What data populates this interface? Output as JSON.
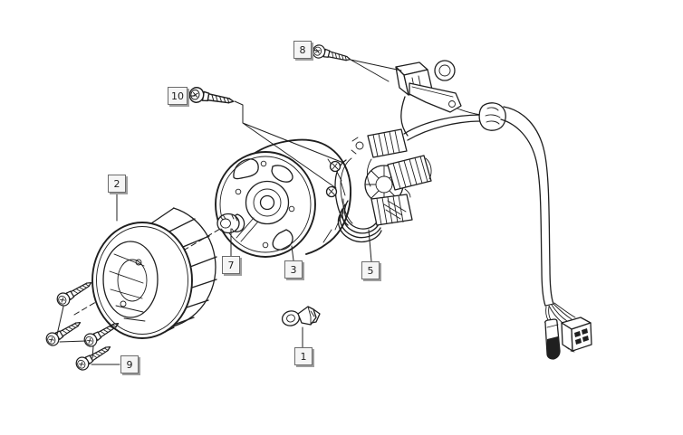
{
  "colors": {
    "background": "#ffffff",
    "line": "#1f1f1f",
    "callout_fill": "#f5f5f5",
    "callout_border": "#6b6b6b",
    "callout_shadow": "#9e9e9e",
    "callout_text": "#1c1c1c"
  },
  "callouts": [
    {
      "text": "1"
    },
    {
      "text": "2"
    },
    {
      "text": "3"
    },
    {
      "text": "5"
    },
    {
      "text": "7"
    },
    {
      "text": "8"
    },
    {
      "text": "9"
    },
    {
      "text": "10"
    }
  ]
}
